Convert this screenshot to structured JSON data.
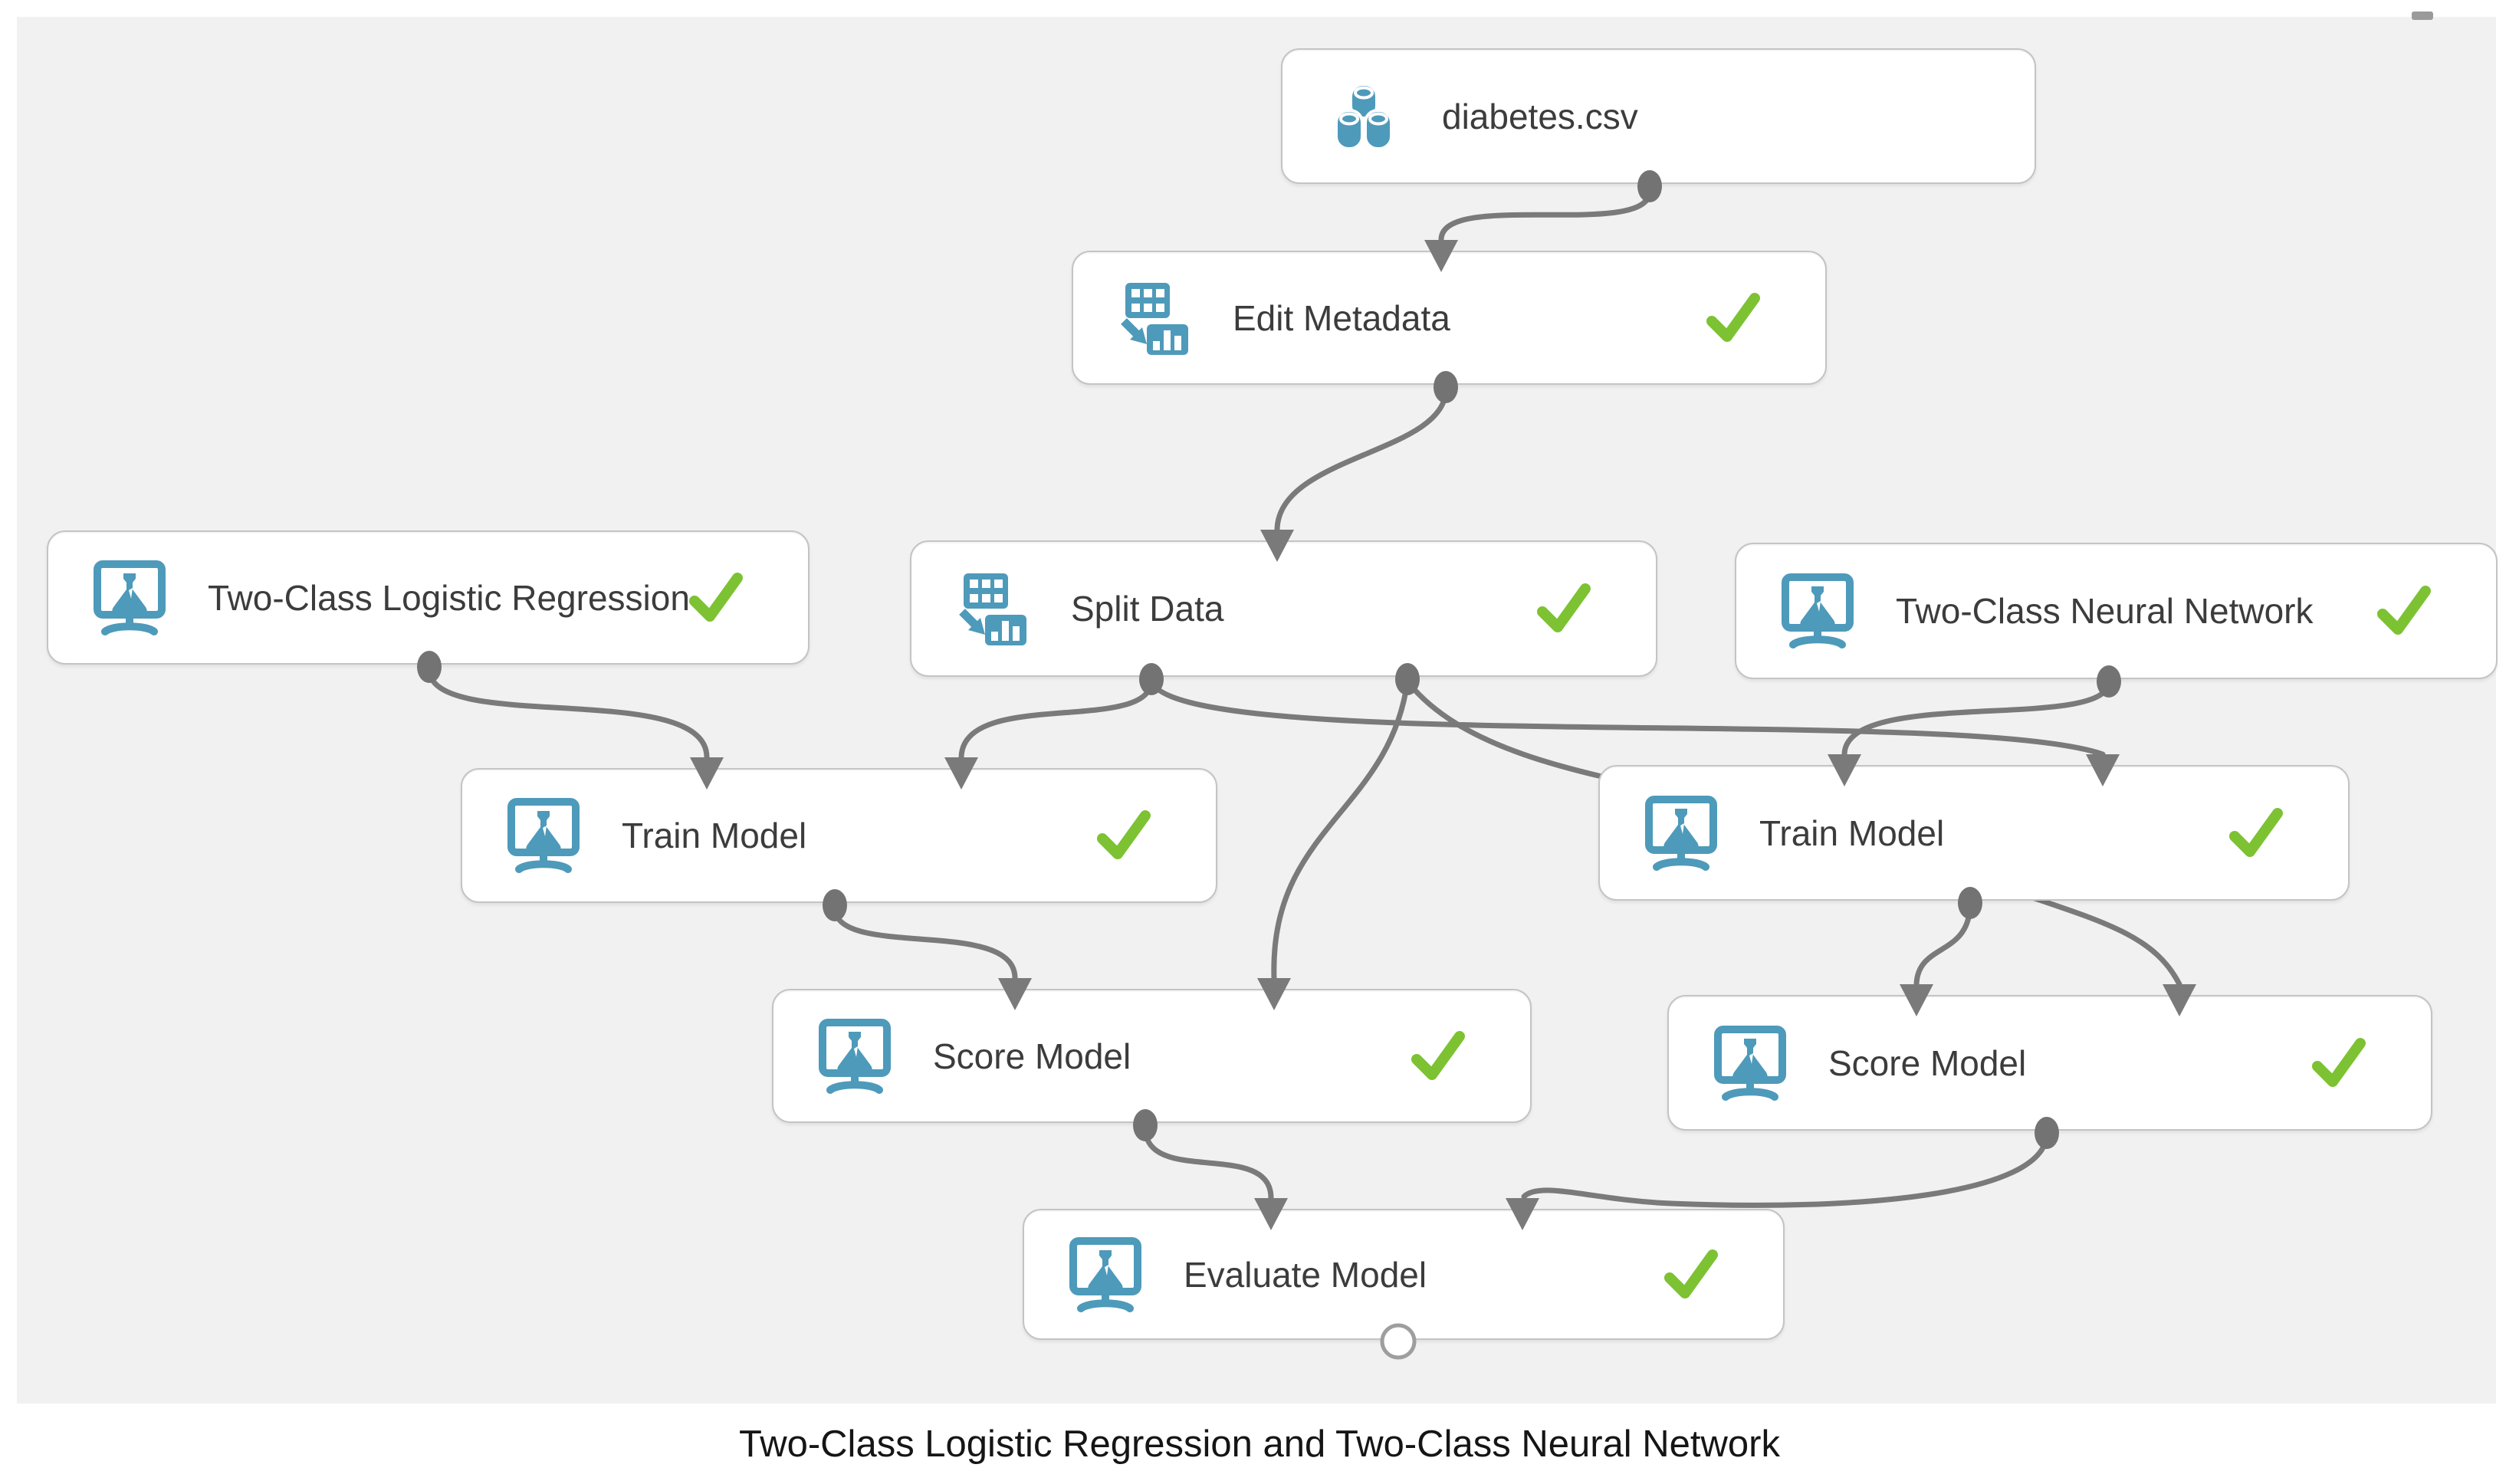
{
  "caption": "Two-Class Logistic Regression and Two-Class Neural Network",
  "canvas": {
    "nodes": {
      "dataset": {
        "label": "diabetes.csv",
        "icon": "dataset-icon",
        "status": "none"
      },
      "edit_metadata": {
        "label": "Edit Metadata",
        "icon": "table-transform-icon",
        "status": "completed"
      },
      "split_data": {
        "label": "Split Data",
        "icon": "table-transform-icon",
        "status": "completed"
      },
      "logistic_regression": {
        "label": "Two-Class Logistic Regression",
        "icon": "model-icon",
        "status": "completed"
      },
      "neural_network": {
        "label": "Two-Class Neural Network",
        "icon": "model-icon",
        "status": "completed"
      },
      "train_model_left": {
        "label": "Train Model",
        "icon": "model-icon",
        "status": "completed"
      },
      "train_model_right": {
        "label": "Train Model",
        "icon": "model-icon",
        "status": "completed"
      },
      "score_model_left": {
        "label": "Score Model",
        "icon": "model-icon",
        "status": "completed"
      },
      "score_model_right": {
        "label": "Score Model",
        "icon": "model-icon",
        "status": "completed"
      },
      "evaluate_model": {
        "label": "Evaluate Model",
        "icon": "model-icon",
        "status": "completed"
      }
    },
    "edges": [
      {
        "from": "dataset.out",
        "to": "edit_metadata.in"
      },
      {
        "from": "edit_metadata.out",
        "to": "split_data.in"
      },
      {
        "from": "logistic_regression.out",
        "to": "train_model_left.in1"
      },
      {
        "from": "split_data.out1",
        "to": "train_model_left.in2"
      },
      {
        "from": "split_data.out1",
        "to": "train_model_right.in2"
      },
      {
        "from": "neural_network.out",
        "to": "train_model_right.in1"
      },
      {
        "from": "split_data.out2",
        "to": "score_model_left.in2"
      },
      {
        "from": "split_data.out2",
        "to": "score_model_right.in2"
      },
      {
        "from": "train_model_left.out",
        "to": "score_model_left.in1"
      },
      {
        "from": "train_model_right.out",
        "to": "score_model_right.in1"
      },
      {
        "from": "score_model_left.out",
        "to": "evaluate_model.in1"
      },
      {
        "from": "score_model_right.out",
        "to": "evaluate_model.in2"
      }
    ]
  },
  "colors": {
    "canvas_bg": "#f1f1f1",
    "node_border": "#c4c4c4",
    "edge": "#7a7a7a",
    "port": "#737373",
    "icon_blue": "#4e9aba",
    "check_green": "#7dc232",
    "label_text": "#3c3c3c"
  }
}
